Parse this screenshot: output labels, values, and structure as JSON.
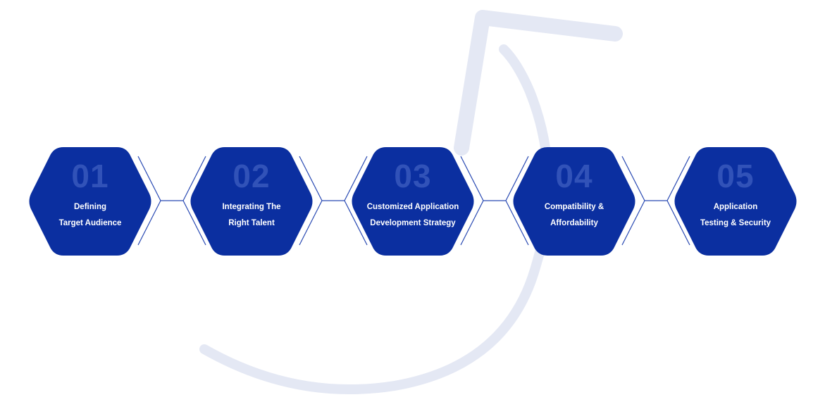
{
  "colors": {
    "hex_fill": "#0b2fa0",
    "number_color": "#3152b8",
    "text_color": "#ffffff",
    "connector": "#2748b2",
    "arc": "#e4e8f4"
  },
  "steps": [
    {
      "number": "01",
      "line1": "Defining",
      "line2": "Target Audience"
    },
    {
      "number": "02",
      "line1": "Integrating The",
      "line2": "Right Talent"
    },
    {
      "number": "03",
      "line1": "Customized Application",
      "line2": "Development Strategy"
    },
    {
      "number": "04",
      "line1": "Compatibility &",
      "line2": "Affordability"
    },
    {
      "number": "05",
      "line1": "Application",
      "line2": "Testing & Security"
    }
  ]
}
